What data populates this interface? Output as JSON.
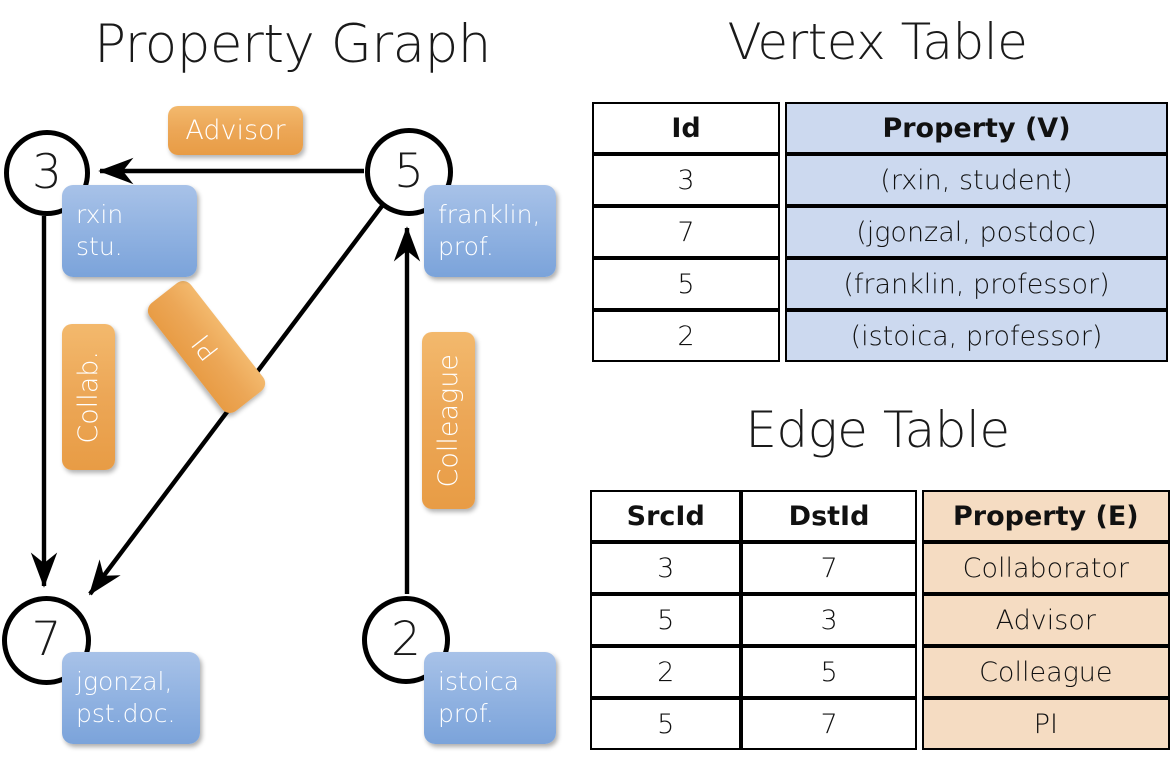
{
  "titles": {
    "property_graph": "Property Graph",
    "vertex_table": "Vertex Table",
    "edge_table": "Edge Table"
  },
  "graph": {
    "nodes": [
      {
        "id": "3",
        "label": "3",
        "property_line1": "rxin",
        "property_line2": "stu."
      },
      {
        "id": "5",
        "label": "5",
        "property_line1": "franklin,",
        "property_line2": "prof."
      },
      {
        "id": "7",
        "label": "7",
        "property_line1": "jgonzal,",
        "property_line2": "pst.doc."
      },
      {
        "id": "2",
        "label": "2",
        "property_line1": "istoica",
        "property_line2": "prof."
      }
    ],
    "edge_labels": [
      {
        "name": "advisor",
        "text": "Advisor"
      },
      {
        "name": "collab",
        "text": "Collab."
      },
      {
        "name": "pi",
        "text": "PI"
      },
      {
        "name": "colleague",
        "text": "Colleague"
      }
    ],
    "edges": [
      {
        "src": "5",
        "dst": "3",
        "label": "Advisor"
      },
      {
        "src": "3",
        "dst": "7",
        "label": "Collab."
      },
      {
        "src": "5",
        "dst": "7",
        "label": "PI"
      },
      {
        "src": "2",
        "dst": "5",
        "label": "Colleague"
      }
    ]
  },
  "vertex_table": {
    "headers": [
      "Id",
      "Property (V)"
    ],
    "rows": [
      {
        "id": "3",
        "property": "(rxin, student)"
      },
      {
        "id": "7",
        "property": "(jgonzal, postdoc)"
      },
      {
        "id": "5",
        "property": "(franklin, professor)"
      },
      {
        "id": "2",
        "property": "(istoica, professor)"
      }
    ]
  },
  "edge_table": {
    "headers": [
      "SrcId",
      "DstId",
      "Property (E)"
    ],
    "rows": [
      {
        "src": "3",
        "dst": "7",
        "property": "Collaborator"
      },
      {
        "src": "5",
        "dst": "3",
        "property": "Advisor"
      },
      {
        "src": "2",
        "dst": "5",
        "property": "Colleague"
      },
      {
        "src": "5",
        "dst": "7",
        "property": "PI"
      }
    ]
  },
  "colors": {
    "vertex_property_fill": "#ccd9ef",
    "edge_property_fill": "#f5dcc2",
    "node_box_blue": "#8fb0de",
    "edge_label_orange": "#eca757"
  }
}
